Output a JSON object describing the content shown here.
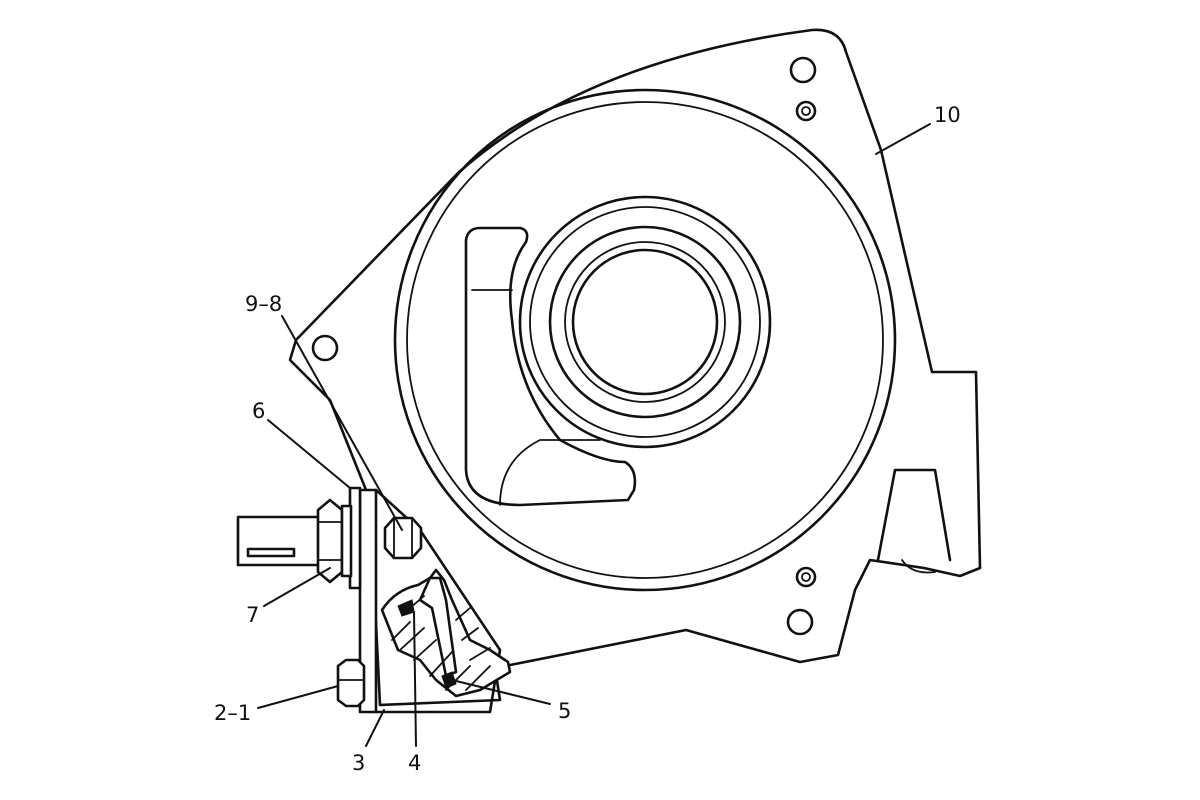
{
  "diagram": {
    "type": "exploded-parts-illustration",
    "callouts": [
      {
        "id": "c10",
        "label": "10"
      },
      {
        "id": "c98",
        "label": "9–8"
      },
      {
        "id": "c6",
        "label": "6"
      },
      {
        "id": "c7",
        "label": "7"
      },
      {
        "id": "c21",
        "label": "2–1"
      },
      {
        "id": "c3",
        "label": "3"
      },
      {
        "id": "c4",
        "label": "4"
      },
      {
        "id": "c5",
        "label": "5"
      }
    ]
  }
}
